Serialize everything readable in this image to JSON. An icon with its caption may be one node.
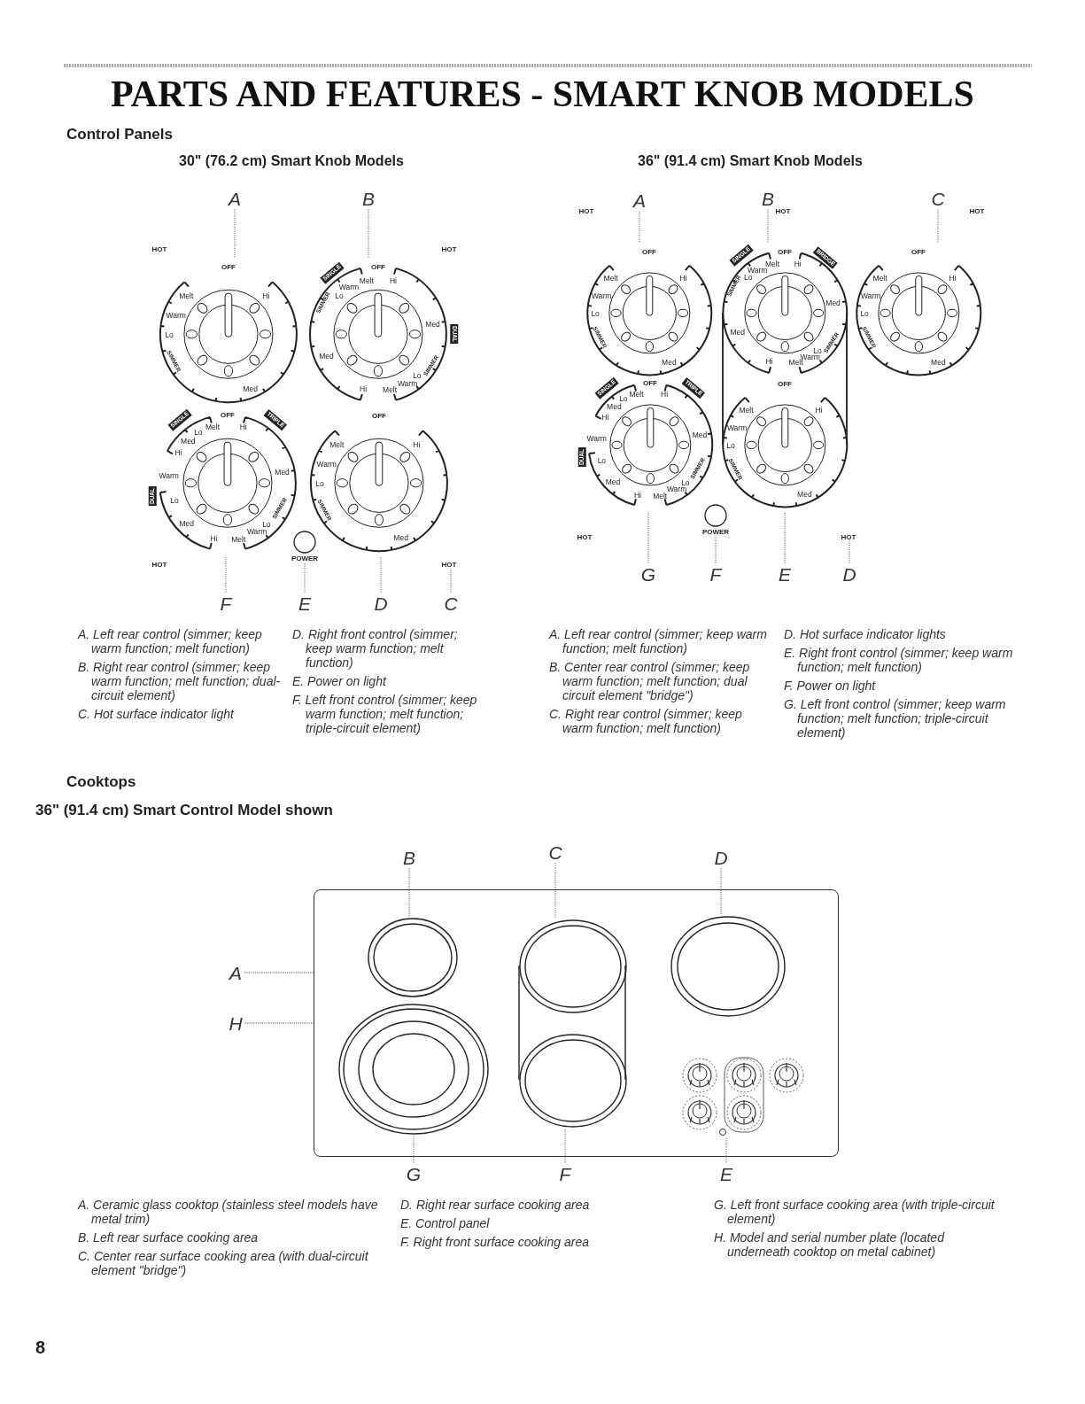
{
  "diagram": {
    "title": "PARTS AND FEATURES - SMART KNOB MODELS",
    "nodes": [
      {
        "text": [
          "A"
        ]
      },
      {
        "text": [
          "B"
        ]
      },
      {
        "text": [
          "OFF",
          "Melt",
          "Warm",
          "Lo",
          "SIMMER",
          "Hi",
          "Med"
        ]
      },
      {
        "text": [
          "OFF",
          "SINGLE",
          "Melt",
          "Warm",
          "Lo",
          "SIMMER",
          "Med",
          "Hi",
          "Hi",
          "Med",
          "DUAL",
          "SIMMER",
          "Lo",
          "Warm",
          "Melt"
        ]
      },
      {
        "text": [
          "OFF",
          "SINGLE",
          "Melt",
          "Lo",
          "Med",
          "Hi",
          "Hi",
          "TRIPLE",
          "Med",
          "SIMMER",
          "Lo",
          "Warm",
          "Melt",
          "Warm",
          "DUAL",
          "Lo",
          "Med",
          "Hi"
        ]
      },
      {
        "text": [
          "OFF",
          "Melt",
          "Warm",
          "Lo",
          "SIMMER",
          "Hi",
          "Med"
        ]
      },
      {
        "text": [],
        "shape": "circle",
        "beside": [
          "POWER"
        ]
      },
      {
        "text": [
          "HOT"
        ]
      },
      {
        "text": [
          "F"
        ]
      },
      {
        "text": [
          "E"
        ]
      },
      {
        "text": [
          "D"
        ]
      },
      {
        "text": [
          "C"
        ]
      },
      {
        "text": [
          "A"
        ]
      },
      {
        "text": [
          "B"
        ]
      },
      {
        "text": [
          "C"
        ]
      },
      {
        "text": [
          "OFF",
          "Melt",
          "Warm",
          "Lo",
          "SIMMER",
          "Hi",
          "Med"
        ]
      },
      {
        "text": [
          "OFF",
          "SINGLE",
          "Melt",
          "Warm",
          "Lo",
          "SIMMER",
          "Med",
          "Hi",
          "Hi",
          "BRIDGE",
          "Med",
          "SIMMER",
          "Lo",
          "Warm",
          "Melt"
        ]
      },
      {
        "text": [
          "OFF",
          "Melt",
          "Warm",
          "Lo",
          "SIMMER",
          "Hi",
          "Med"
        ]
      },
      {
        "text": [
          "OFF",
          "SINGLE",
          "Melt",
          "Lo",
          "Med",
          "Hi",
          "Hi",
          "TRIPLE",
          "Med",
          "SIMMER",
          "Lo",
          "Warm",
          "Melt",
          "Warm",
          "DUAL",
          "Lo",
          "Med",
          "Hi"
        ]
      },
      {
        "text": [
          "OFF",
          "Melt",
          "Warm",
          "Lo",
          "SIMMER",
          "Hi",
          "Med"
        ]
      },
      {
        "text": [],
        "shape": "circle",
        "beside": [
          "POWER"
        ]
      },
      {
        "text": [
          "HOT"
        ]
      },
      {
        "text": [
          "G"
        ]
      },
      {
        "text": [
          "F"
        ]
      },
      {
        "text": [
          "E"
        ]
      },
      {
        "text": [
          "D"
        ]
      },
      {
        "text": [
          "B"
        ]
      },
      {
        "text": [
          "C"
        ]
      },
      {
        "text": [
          "D"
        ]
      },
      {
        "text": [
          "A"
        ]
      },
      {
        "text": [
          "H"
        ]
      },
      {
        "text": [],
        "shape": "box"
      },
      {
        "text": [],
        "shape": "circle",
        "in": 31
      },
      {
        "text": [],
        "shape": "circle",
        "in": 31
      },
      {
        "text": [],
        "shape": "circle",
        "in": 31
      },
      {
        "text": [],
        "shape": "circle",
        "in": 31
      },
      {
        "text": [],
        "shape": "circle",
        "in": 31
      },
      {
        "text": [
          "G"
        ]
      },
      {
        "text": [
          "F"
        ]
      },
      {
        "text": [
          "E"
        ]
      }
    ],
    "edges": [
      {
        "from": 0,
        "to": 2,
        "arrow": "none"
      },
      {
        "from": 1,
        "to": 3,
        "arrow": "none"
      },
      {
        "from": 8,
        "to": 4,
        "arrow": "none"
      },
      {
        "from": 9,
        "to": 6,
        "arrow": "none"
      },
      {
        "from": 10,
        "to": 5,
        "arrow": "none"
      },
      {
        "from": 11,
        "to": 7,
        "arrow": "none"
      },
      {
        "from": 12,
        "to": 15,
        "arrow": "none"
      },
      {
        "from": 13,
        "to": 16,
        "arrow": "none"
      },
      {
        "from": 14,
        "to": 17,
        "arrow": "none"
      },
      {
        "from": 22,
        "to": 18,
        "arrow": "none"
      },
      {
        "from": 23,
        "to": 20,
        "arrow": "none"
      },
      {
        "from": 24,
        "to": 19,
        "arrow": "none"
      },
      {
        "from": 25,
        "to": 21,
        "arrow": "none"
      },
      {
        "from": 26,
        "to": 32,
        "arrow": "none"
      },
      {
        "from": 27,
        "to": 33,
        "arrow": "none"
      },
      {
        "from": 28,
        "to": 34,
        "arrow": "none"
      },
      {
        "from": 29,
        "to": 31,
        "arrow": "none"
      },
      {
        "from": 30,
        "to": 31,
        "arrow": "none"
      },
      {
        "from": 37,
        "to": 35,
        "arrow": "none"
      },
      {
        "from": 38,
        "to": 36,
        "arrow": "none"
      },
      {
        "from": 39,
        "to": null,
        "arrow": "none"
      }
    ],
    "labels": [
      "Control Panels",
      "30\" (76.2 cm) Smart Knob Models",
      "36\" (91.4 cm) Smart Knob Models",
      "HOT",
      "HOT",
      "HOT",
      "HOT",
      "HOT",
      "HOT",
      "HOT",
      "A. Left rear control (simmer; keep warm function; melt function)",
      "B. Right rear control (simmer; keep warm function; melt function; dual-circuit element)",
      "C. Hot surface indicator light",
      "D. Right front control (simmer; keep warm function; melt function)",
      "E. Power on light",
      "F. Left front control (simmer; keep warm function; melt function; triple-circuit element)",
      "A. Left rear control (simmer; keep warm function; melt function)",
      "B. Center rear control (simmer; keep warm function; melt function; dual circuit element \"bridge\")",
      "C. Right rear control (simmer; keep warm function; melt function)",
      "D. Hot surface indicator lights",
      "E. Right front control (simmer; keep warm function; melt function)",
      "F. Power on light",
      "G. Left front control (simmer; keep warm function; melt function; triple-circuit element)",
      "Cooktops",
      "36\" (91.4 cm) Smart Control Model shown",
      "A. Ceramic glass cooktop (stainless steel models have metal trim)",
      "B. Left rear surface cooking area",
      "C. Center rear surface cooking area (with dual-circuit element \"bridge\")",
      "D. Right rear surface cooking area",
      "E. Control panel",
      "F. Right front surface cooking area",
      "G. Left front surface cooking area (with triple-circuit element)",
      "H. Model and serial number plate (located underneath cooktop on metal cabinet)",
      "8"
    ]
  }
}
